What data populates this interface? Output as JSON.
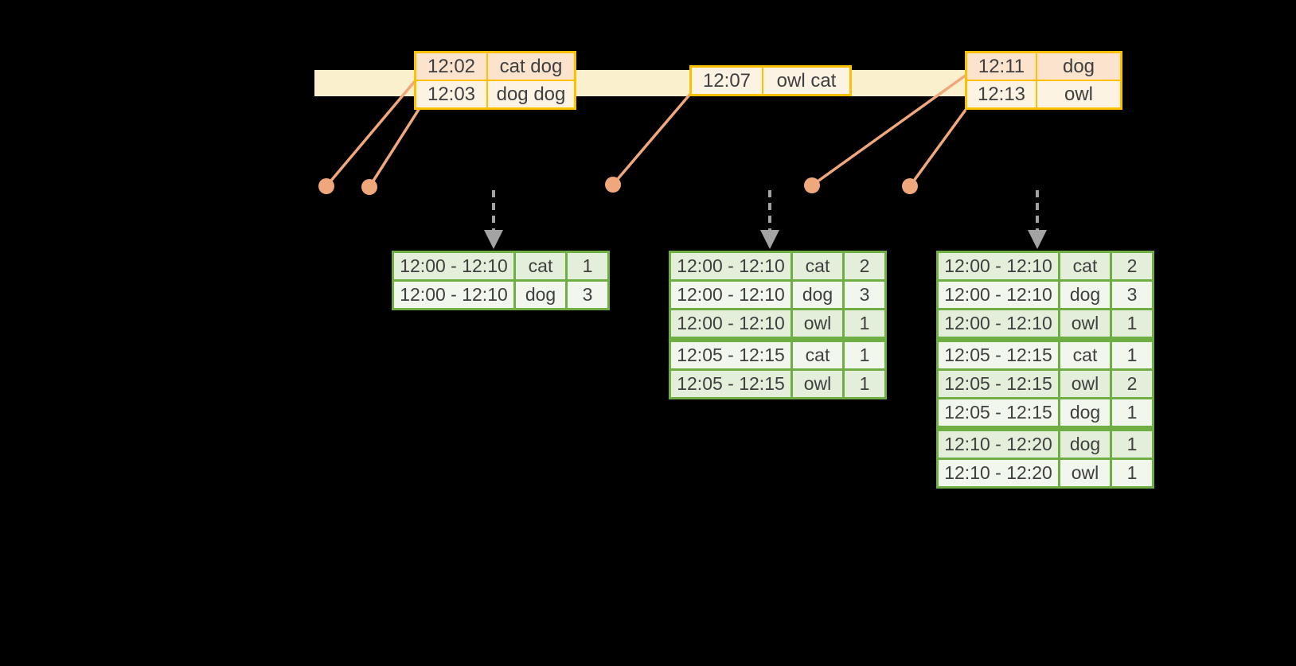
{
  "colors": {
    "background": "#000000",
    "gold_border": "#FFC000",
    "event_row_peach": "#FBE3CD",
    "event_row_cream": "#FDF3E3",
    "timeline_band": "#FAF0CD",
    "event_marker_salmon": "#F1A77C",
    "green_border": "#6FAE45",
    "result_row_green": "#E3EFDA",
    "result_row_white": "#F2F7EE",
    "trigger_arrow_gray": "#A3A3A3",
    "text": "#3F3F3F"
  },
  "event_tables": [
    {
      "rows": [
        {
          "time": "12:02",
          "words": "cat dog"
        },
        {
          "time": "12:03",
          "words": "dog dog"
        }
      ]
    },
    {
      "rows": [
        {
          "time": "12:07",
          "words": "owl cat"
        }
      ]
    },
    {
      "rows": [
        {
          "time": "12:11",
          "words": "dog"
        },
        {
          "time": "12:13",
          "words": "owl"
        }
      ]
    }
  ],
  "result_tables": [
    {
      "rows": [
        {
          "window": "12:00 - 12:10",
          "key": "cat",
          "count": "1"
        },
        {
          "window": "12:00 - 12:10",
          "key": "dog",
          "count": "3"
        }
      ]
    },
    {
      "rows": [
        {
          "window": "12:00 - 12:10",
          "key": "cat",
          "count": "2"
        },
        {
          "window": "12:00 - 12:10",
          "key": "dog",
          "count": "3"
        },
        {
          "window": "12:00 - 12:10",
          "key": "owl",
          "count": "1"
        },
        {
          "window": "12:05 - 12:15",
          "key": "cat",
          "count": "1"
        },
        {
          "window": "12:05 - 12:15",
          "key": "owl",
          "count": "1"
        }
      ]
    },
    {
      "rows": [
        {
          "window": "12:00 - 12:10",
          "key": "cat",
          "count": "2"
        },
        {
          "window": "12:00 - 12:10",
          "key": "dog",
          "count": "3"
        },
        {
          "window": "12:00 - 12:10",
          "key": "owl",
          "count": "1"
        },
        {
          "window": "12:05 - 12:15",
          "key": "cat",
          "count": "1"
        },
        {
          "window": "12:05 - 12:15",
          "key": "owl",
          "count": "2"
        },
        {
          "window": "12:05 - 12:15",
          "key": "dog",
          "count": "1"
        },
        {
          "window": "12:10 - 12:20",
          "key": "dog",
          "count": "1"
        },
        {
          "window": "12:10 - 12:20",
          "key": "owl",
          "count": "1"
        }
      ]
    }
  ]
}
